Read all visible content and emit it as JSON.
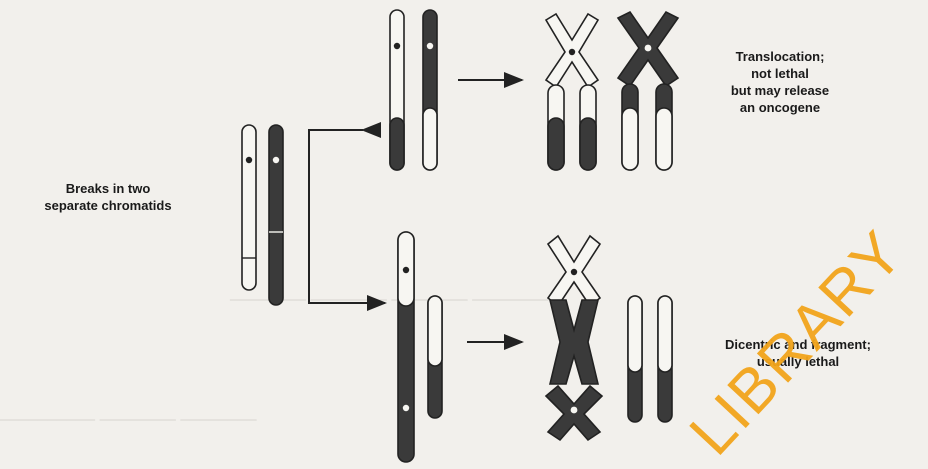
{
  "labels": {
    "breaks": [
      "Breaks in two",
      "separate chromatids"
    ],
    "translocation": [
      "Translocation;",
      "not lethal",
      "but may release",
      "an oncogene"
    ],
    "dicentric": [
      "Dicentric and fragment;",
      "usually lethal"
    ]
  },
  "watermark": "LIBRARY",
  "colors": {
    "background": "#f2f0ec",
    "dark_chromatid": "#3a3a3a",
    "light_chromatid": "#f7f6f2",
    "outline": "#222222",
    "watermark": "#f2a51c"
  },
  "icons": {
    "arrow": "right-arrow",
    "branch": "branch-arrow"
  }
}
